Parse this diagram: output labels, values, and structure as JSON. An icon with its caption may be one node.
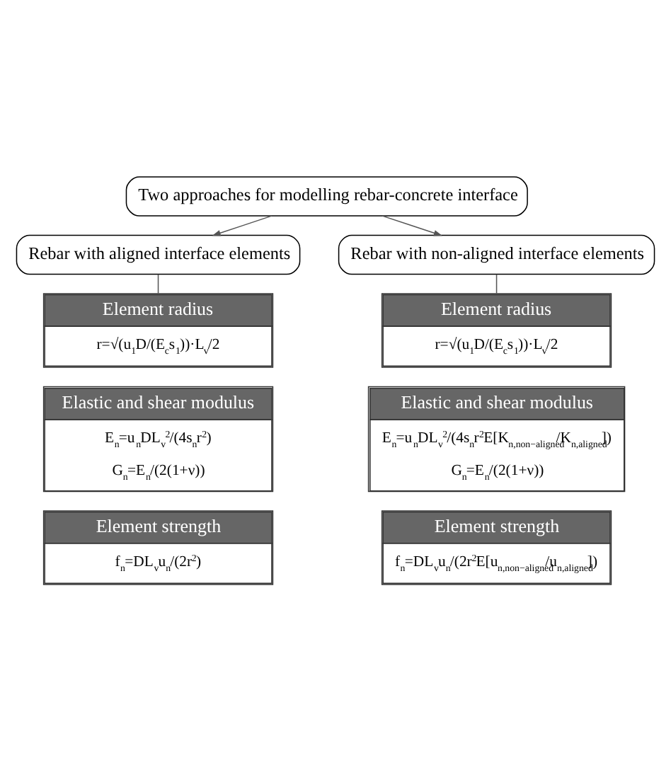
{
  "diagram": {
    "nodes": [
      {
        "text": [
          "Two approaches for modelling rebar-concrete interface"
        ]
      },
      {
        "text": [
          "Rebar with aligned interface elements"
        ]
      },
      {
        "text": [
          "Rebar with non-aligned interface elements"
        ]
      },
      {
        "text": [
          "Element radius",
          "r=√(u$_{1}$D/(E$_{c}$s$_{1}$))·L$_{v}$/2"
        ]
      },
      {
        "text": [
          "Element radius",
          "r=√(u$_{1}$D/(E$_{c}$s$_{1}$))·L$_{v}$/2"
        ]
      },
      {
        "text": [
          "Elastic and shear modulus",
          "E$_{n}$=u$_{n}$DL$_{v}$$^{2}$/(4s$_{n}$r$^{2}$)",
          "G$_{n}$=E$_{n}$/(2(1+ν))"
        ]
      },
      {
        "text": [
          "Elastic and shear modulus",
          "E$_{n}$=u$_{n}$DL$_{v}$$^{2}$/(4s$_{n}$r$^{2}$E[K$_{n,non−aligned}$/K$_{n,aligned}$])",
          "G$_{n}$=E$_{n}$/(2(1+ν))"
        ]
      },
      {
        "text": [
          "Element strength",
          "f$_{n}$=DL$_{v}$u$_{n}$/(2r$^{2}$)"
        ]
      },
      {
        "text": [
          "Element strength",
          "f$_{n}$=DL$_{v}$u$_{n}$/(2r$^{2}$E[u$_{n,non−aligned}$/u$_{n,aligned}$])"
        ]
      }
    ],
    "edges": [
      {
        "from": 0,
        "to": 1,
        "arrow": "to"
      },
      {
        "from": 0,
        "to": 2,
        "arrow": "to"
      },
      {
        "from": 1,
        "to": 3,
        "arrow": "none"
      },
      {
        "from": 2,
        "to": 4,
        "arrow": "none"
      }
    ]
  }
}
